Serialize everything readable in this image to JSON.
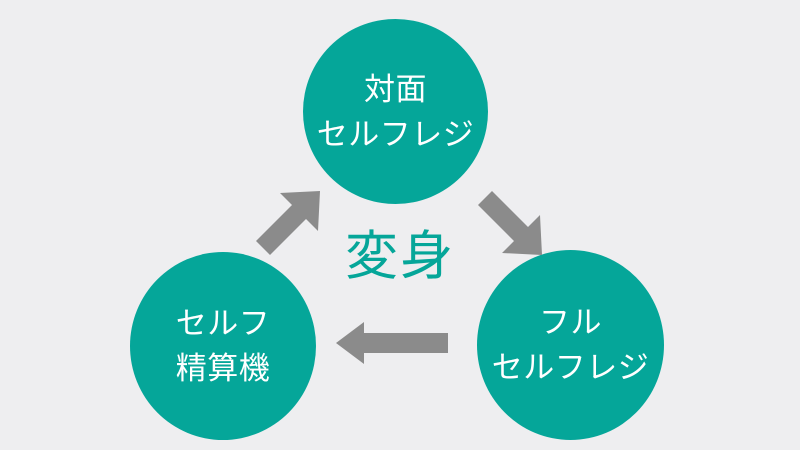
{
  "diagram": {
    "type": "cycle",
    "background_color": "#eeeef0",
    "node_color": "#05a699",
    "node_text_color": "#ffffff",
    "arrow_color": "#8b8b8b",
    "center_text_color": "#05a699",
    "center_caption": "変身",
    "nodes": [
      {
        "id": "face-to-face",
        "lines": [
          "対面",
          "セルフレジ"
        ],
        "line1": "対面",
        "line2": "セルフレジ",
        "position": "top"
      },
      {
        "id": "full-self-checkout",
        "lines": [
          "フル",
          "セルフレジ"
        ],
        "line1": "フル",
        "line2": "セルフレジ",
        "position": "bottom-right"
      },
      {
        "id": "self-checkout-machine",
        "lines": [
          "セルフ",
          "精算機"
        ],
        "line1": "セルフ",
        "line2": "精算機",
        "position": "bottom-left"
      }
    ],
    "arrows": [
      {
        "id": "top-to-bottom-right",
        "icon": "arrow-down-right-icon",
        "from": "face-to-face",
        "to": "full-self-checkout",
        "direction": "down-right"
      },
      {
        "id": "bottom-right-to-bottom-left",
        "icon": "arrow-left-icon",
        "from": "full-self-checkout",
        "to": "self-checkout-machine",
        "direction": "left"
      },
      {
        "id": "bottom-left-to-top",
        "icon": "arrow-up-right-icon",
        "from": "self-checkout-machine",
        "to": "face-to-face",
        "direction": "up-right"
      }
    ]
  }
}
